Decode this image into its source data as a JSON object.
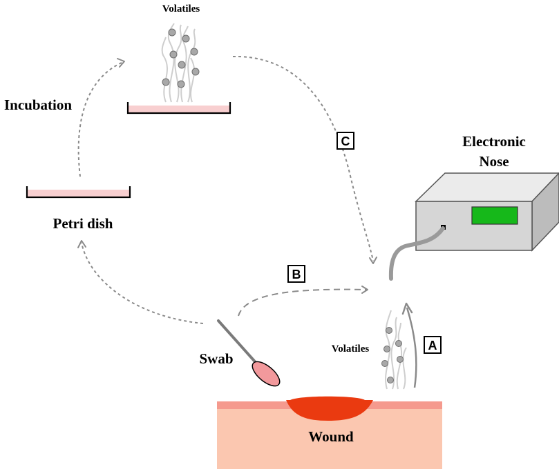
{
  "labels": {
    "volatiles_top": "Volatiles",
    "incubation": "Incubation",
    "petri_dish": "Petri dish",
    "electronic_nose_line1": "Electronic",
    "electronic_nose_line2": "Nose",
    "swab": "Swab",
    "volatiles_wound": "Volatiles",
    "wound": "Wound"
  },
  "paths": {
    "a": "A",
    "b": "B",
    "c": "C"
  },
  "colors": {
    "skin": "#fbc7b0",
    "skin_top": "#f59a8e",
    "wound": "#ea3a10",
    "dish_fill": "#f8cfd0",
    "swab_tip": "#f2999c",
    "device_front": "#d6d6d6",
    "device_top": "#ebebeb",
    "device_side": "#bcbcbc",
    "display": "#16b81a",
    "arrow": "#8a8a8a"
  }
}
